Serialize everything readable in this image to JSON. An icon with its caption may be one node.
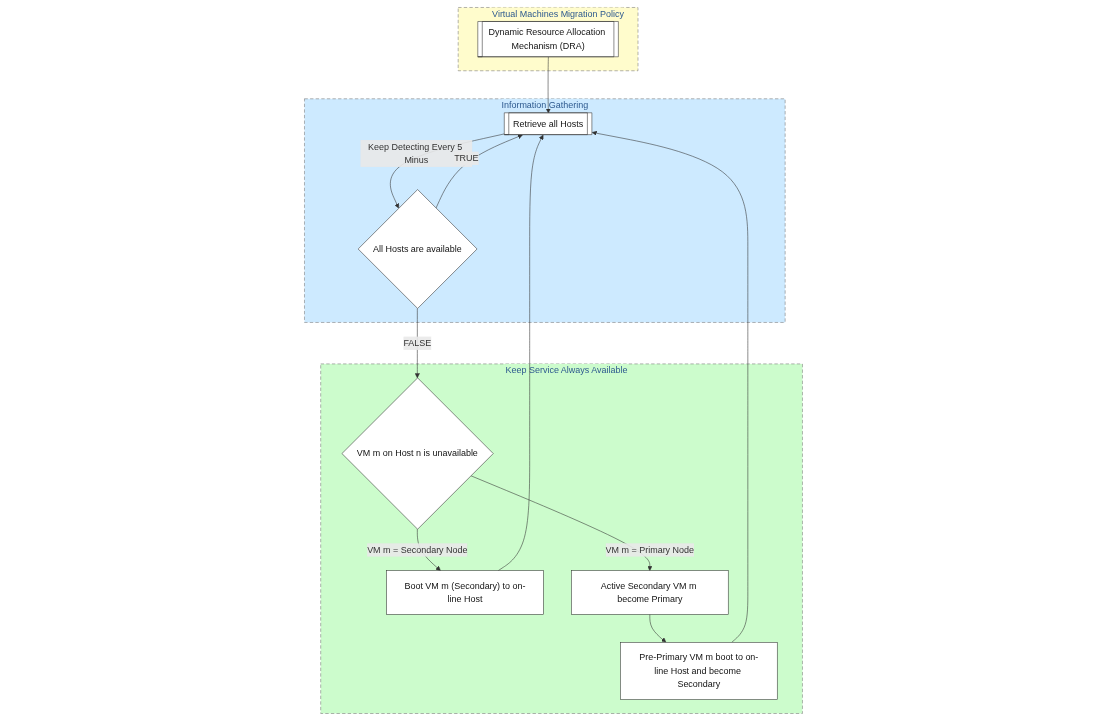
{
  "diagram": {
    "nodes": [
      {
        "text": [
          "Virtual Machines Migration Policy"
        ]
      },
      {
        "text": [
          "Dynamic Resource Allocation Mechanism (DRA)"
        ],
        "in": 0
      },
      {
        "text": [
          "Information Gathering"
        ]
      },
      {
        "text": [
          "All Hosts are available"
        ],
        "in": 2
      },
      {
        "text": [
          "Retrieve all Hosts"
        ],
        "in": 2
      },
      {
        "text": [
          "Keep Service Always Available"
        ]
      },
      {
        "text": [
          "VM m on Host n is unavailable"
        ],
        "in": 5
      },
      {
        "text": [
          "Boot VM m (Secondary) to on-line Host"
        ],
        "in": 5
      },
      {
        "text": [
          "Active Secondary VM m become Primary"
        ],
        "in": 5
      },
      {
        "text": [
          "Pre-Primary VM m boot to on-line Host and become Secondary"
        ],
        "in": 5
      }
    ],
    "edges": [
      {
        "from": 1,
        "to": 4,
        "arrow": "to"
      },
      {
        "from": 4,
        "to": 3,
        "arrow": "to",
        "label": "Keep Detecting Every 5 Minus"
      },
      {
        "from": 3,
        "to": 6,
        "arrow": "to",
        "label": "FALSE"
      },
      {
        "from": 3,
        "to": 4,
        "arrow": "to",
        "label": "TRUE"
      },
      {
        "from": 6,
        "to": 7,
        "arrow": "to",
        "label": "VM m = Secondary Node"
      },
      {
        "from": 6,
        "to": 8,
        "arrow": "to",
        "label": "VM m = Primary Node"
      },
      {
        "from": 8,
        "to": 9,
        "arrow": "to"
      },
      {
        "from": 7,
        "to": 4,
        "arrow": "to"
      },
      {
        "from": 9,
        "to": 4,
        "arrow": "to"
      }
    ]
  }
}
